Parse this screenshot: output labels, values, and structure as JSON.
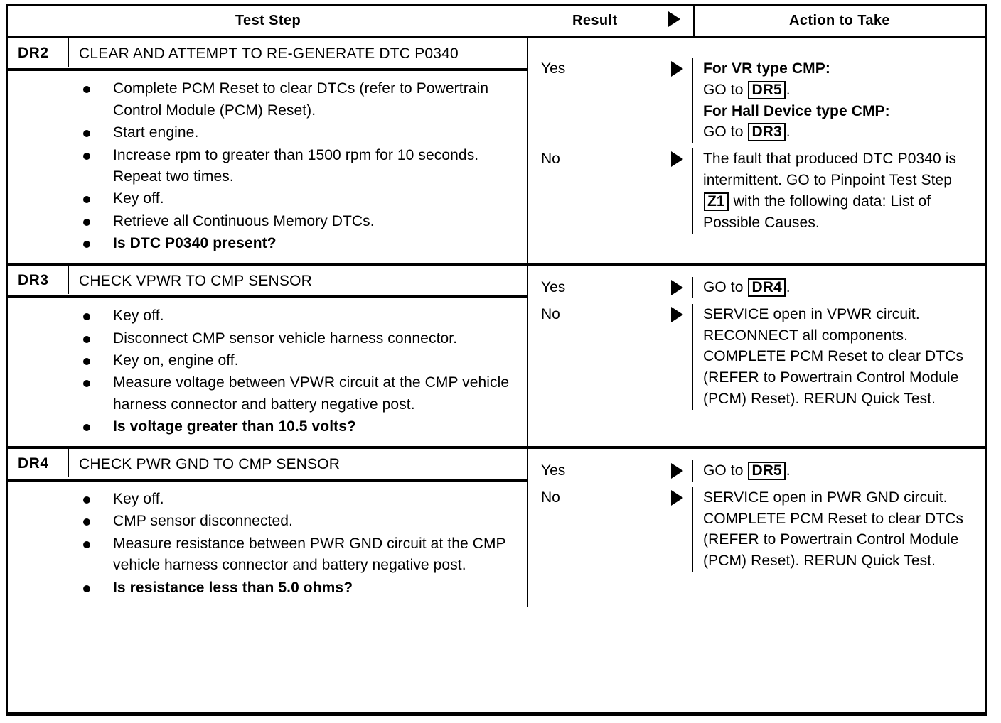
{
  "header": {
    "test_step": "Test Step",
    "result": "Result",
    "action": "Action to Take",
    "arrow_icon": "triangle-right-icon"
  },
  "sections": [
    {
      "id": "DR2",
      "title": "CLEAR AND ATTEMPT TO RE-GENERATE DTC P0340",
      "bullets": [
        {
          "text": "Complete PCM Reset to clear DTCs (refer to Powertrain Control Module (PCM) Reset).",
          "bold": false
        },
        {
          "text": "Start engine.",
          "bold": false
        },
        {
          "text": "Increase rpm to greater than 1500 rpm for 10 seconds. Repeat two times.",
          "bold": false
        },
        {
          "text": "Key off.",
          "bold": false
        },
        {
          "text": "Retrieve all Continuous Memory DTCs.",
          "bold": false
        },
        {
          "text": "Is DTC P0340 present?",
          "bold": true
        }
      ],
      "branches": [
        {
          "result": "Yes",
          "lines": [
            {
              "text": "For VR type CMP:",
              "bold": true
            },
            {
              "pre": "GO to ",
              "ref": "DR5",
              "post": ".",
              "bold": false
            },
            {
              "text": "For Hall Device type CMP:",
              "bold": true
            },
            {
              "pre": "GO to ",
              "ref": "DR3",
              "post": ".",
              "bold": false
            }
          ]
        },
        {
          "result": "No",
          "lines": [
            {
              "pre": "The fault that produced DTC P0340 is intermittent. GO to Pinpoint Test Step ",
              "ref": "Z1",
              "post": " with the following data: List of Possible Causes.",
              "bold": false
            }
          ]
        }
      ]
    },
    {
      "id": "DR3",
      "title": "CHECK VPWR TO CMP SENSOR",
      "bullets": [
        {
          "text": "Key off.",
          "bold": false
        },
        {
          "text": "Disconnect CMP sensor vehicle harness connector.",
          "bold": false
        },
        {
          "text": "Key on, engine off.",
          "bold": false
        },
        {
          "text": "Measure voltage between VPWR circuit at the CMP vehicle harness connector and battery negative post.",
          "bold": false
        },
        {
          "text": "Is voltage greater than 10.5 volts?",
          "bold": true
        }
      ],
      "branches": [
        {
          "result": "Yes",
          "lines": [
            {
              "pre": "GO to ",
              "ref": "DR4",
              "post": ".",
              "bold": false
            }
          ]
        },
        {
          "result": "No",
          "lines": [
            {
              "text": "SERVICE open in VPWR circuit. RECONNECT all components. COMPLETE PCM Reset to clear DTCs (REFER to Powertrain Control Module (PCM) Reset). RERUN Quick Test.",
              "bold": false
            }
          ]
        }
      ]
    },
    {
      "id": "DR4",
      "title": "CHECK PWR GND TO CMP SENSOR",
      "bullets": [
        {
          "text": "Key off.",
          "bold": false
        },
        {
          "text": "CMP sensor disconnected.",
          "bold": false
        },
        {
          "text": "Measure resistance between PWR GND circuit at the CMP vehicle harness connector and battery negative post.",
          "bold": false
        },
        {
          "text": "Is resistance less than 5.0 ohms?",
          "bold": true
        }
      ],
      "branches": [
        {
          "result": "Yes",
          "lines": [
            {
              "pre": "GO to ",
              "ref": "DR5",
              "post": ".",
              "bold": false
            }
          ]
        },
        {
          "result": "No",
          "lines": [
            {
              "text": "SERVICE open in PWR GND circuit. COMPLETE PCM Reset to clear DTCs (REFER to Powertrain Control Module (PCM) Reset). RERUN Quick Test.",
              "bold": false
            }
          ]
        }
      ]
    }
  ],
  "colors": {
    "ink": "#000000",
    "paper": "#ffffff"
  }
}
